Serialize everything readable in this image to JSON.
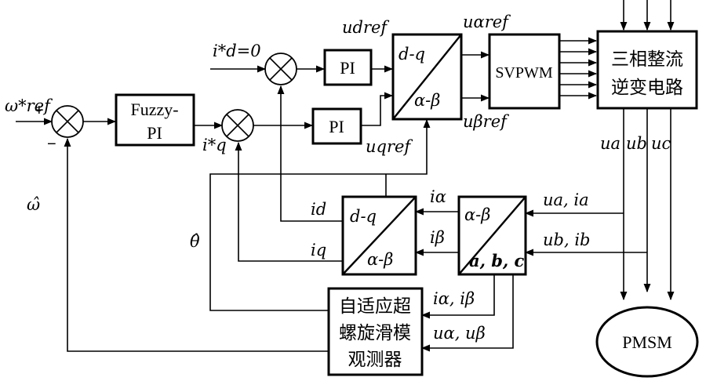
{
  "blocks": {
    "fuzzy_pi": [
      "Fuzzy-",
      "PI"
    ],
    "pi_d": "PI",
    "pi_q": "PI",
    "inv_park": {
      "top": "d-q",
      "bottom": "α-β"
    },
    "svpwm": "SVPWM",
    "inverter": [
      "三相整流",
      "逆变电路"
    ],
    "park": {
      "top": "d-q",
      "bottom": "α-β"
    },
    "clarke": {
      "top": "α-β",
      "bottom": "a, b, c"
    },
    "observer": [
      "自适应超",
      "螺旋滑模",
      "观测器"
    ],
    "motor": "PMSM"
  },
  "signals": {
    "omega_ref": "ω*ref",
    "id_ref": "i*d=0",
    "iq_ref": "i*q",
    "u_dref": "udref",
    "u_qref": "uqref",
    "u_alpha_ref": "uαref",
    "u_beta_ref": "uβref",
    "ua": "ua",
    "ub": "ub",
    "uc": "uc",
    "ua_ia": "ua, ia",
    "ub_ib": "ub, ib",
    "i_alpha": "iα",
    "i_beta": "iβ",
    "i_d": "id",
    "i_q": "iq",
    "i_alpha_beta": "iα, iβ",
    "u_alpha_beta": "uα, uβ",
    "theta_hat": "θ̂",
    "omega_hat": "ω̂"
  },
  "signs": {
    "plus": "+",
    "minus": "−"
  }
}
